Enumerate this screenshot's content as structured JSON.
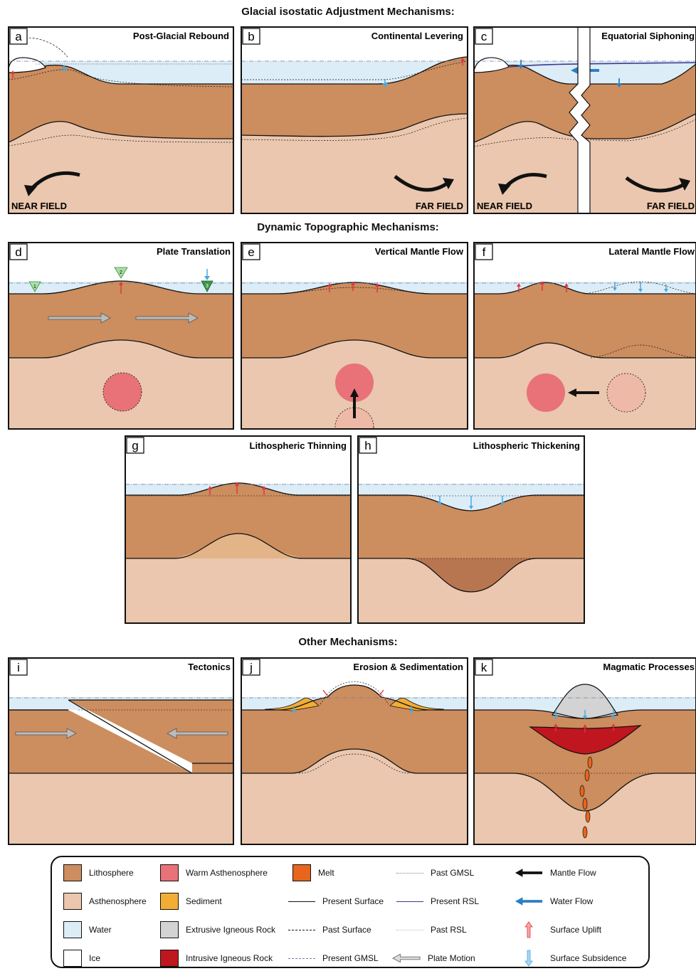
{
  "section_titles": {
    "gia": "Glacial isostatic Adjustment Mechanisms:",
    "dynamic": "Dynamic Topographic Mechanisms:",
    "other": "Other Mechanisms:"
  },
  "panels": {
    "a": {
      "letter": "a",
      "title": "Post-Glacial Rebound",
      "field": "NEAR FIELD"
    },
    "b": {
      "letter": "b",
      "title": "Continental Levering",
      "field": "FAR FIELD"
    },
    "c": {
      "letter": "c",
      "title": "Equatorial Siphoning",
      "field_left": "NEAR FIELD",
      "field_right": "FAR FIELD"
    },
    "d": {
      "letter": "d",
      "title": "Plate Translation",
      "markers": [
        "1",
        "2",
        "3"
      ]
    },
    "e": {
      "letter": "e",
      "title": "Vertical Mantle Flow"
    },
    "f": {
      "letter": "f",
      "title": "Lateral Mantle Flow"
    },
    "g": {
      "letter": "g",
      "title": "Lithospheric Thinning"
    },
    "h": {
      "letter": "h",
      "title": "Lithospheric Thickening"
    },
    "i": {
      "letter": "i",
      "title": "Tectonics"
    },
    "j": {
      "letter": "j",
      "title": "Erosion & Sedimentation"
    },
    "k": {
      "letter": "k",
      "title": "Magmatic Processes"
    }
  },
  "colors": {
    "lithosphere": "#CC8D5F",
    "asthenosphere": "#EAC7AE",
    "water": "#DCEDF8",
    "ice": "#FFFFFF",
    "warm_asthenosphere": "#E87278",
    "sediment": "#F2AD35",
    "extrusive": "#D3D3D3",
    "intrusive": "#C0161F",
    "melt": "#E8651D",
    "present_rsl": "#3D3A8E",
    "water_flow": "#2C7FC2",
    "uplift": "#E0373D",
    "subsidence": "#4AA8E0",
    "thin_layer": "#E3B487",
    "thick_root": "#B87650"
  },
  "legend": [
    {
      "key": "lithosphere",
      "label": "Lithosphere",
      "kind": "swatch",
      "color": "#CC8D5F"
    },
    {
      "key": "asthenosphere",
      "label": "Asthenosphere",
      "kind": "swatch",
      "color": "#EAC7AE"
    },
    {
      "key": "water",
      "label": "Water",
      "kind": "swatch",
      "color": "#DCEDF8"
    },
    {
      "key": "ice",
      "label": "Ice",
      "kind": "swatch",
      "color": "#FFFFFF"
    },
    {
      "key": "warm_asthenosphere",
      "label": "Warm Asthenosphere",
      "kind": "swatch",
      "color": "#E87278"
    },
    {
      "key": "sediment",
      "label": "Sediment",
      "kind": "swatch",
      "color": "#F2AD35"
    },
    {
      "key": "extrusive",
      "label": "Extrusive Igneous Rock",
      "kind": "swatch",
      "color": "#D3D3D3"
    },
    {
      "key": "intrusive",
      "label": "Intrusive Igneous Rock",
      "kind": "swatch",
      "color": "#C0161F"
    },
    {
      "key": "melt",
      "label": "Melt",
      "kind": "swatch",
      "color": "#E8651D"
    },
    {
      "key": "present_surface",
      "label": "Present Surface",
      "kind": "line"
    },
    {
      "key": "past_surface",
      "label": "Past Surface",
      "kind": "line"
    },
    {
      "key": "present_gmsl",
      "label": "Present GMSL",
      "kind": "line"
    },
    {
      "key": "past_gmsl",
      "label": "Past GMSL",
      "kind": "line"
    },
    {
      "key": "present_rsl",
      "label": "Present RSL",
      "kind": "line"
    },
    {
      "key": "past_rsl",
      "label": "Past RSL",
      "kind": "line"
    },
    {
      "key": "plate_motion",
      "label": "Plate Motion",
      "kind": "icon"
    },
    {
      "key": "mantle_flow",
      "label": "Mantle Flow",
      "kind": "icon"
    },
    {
      "key": "water_flow",
      "label": "Water Flow",
      "kind": "icon"
    },
    {
      "key": "surface_uplift",
      "label": "Surface Uplift",
      "kind": "icon"
    },
    {
      "key": "surface_subsidence",
      "label": "Surface Subsidence",
      "kind": "icon"
    }
  ]
}
